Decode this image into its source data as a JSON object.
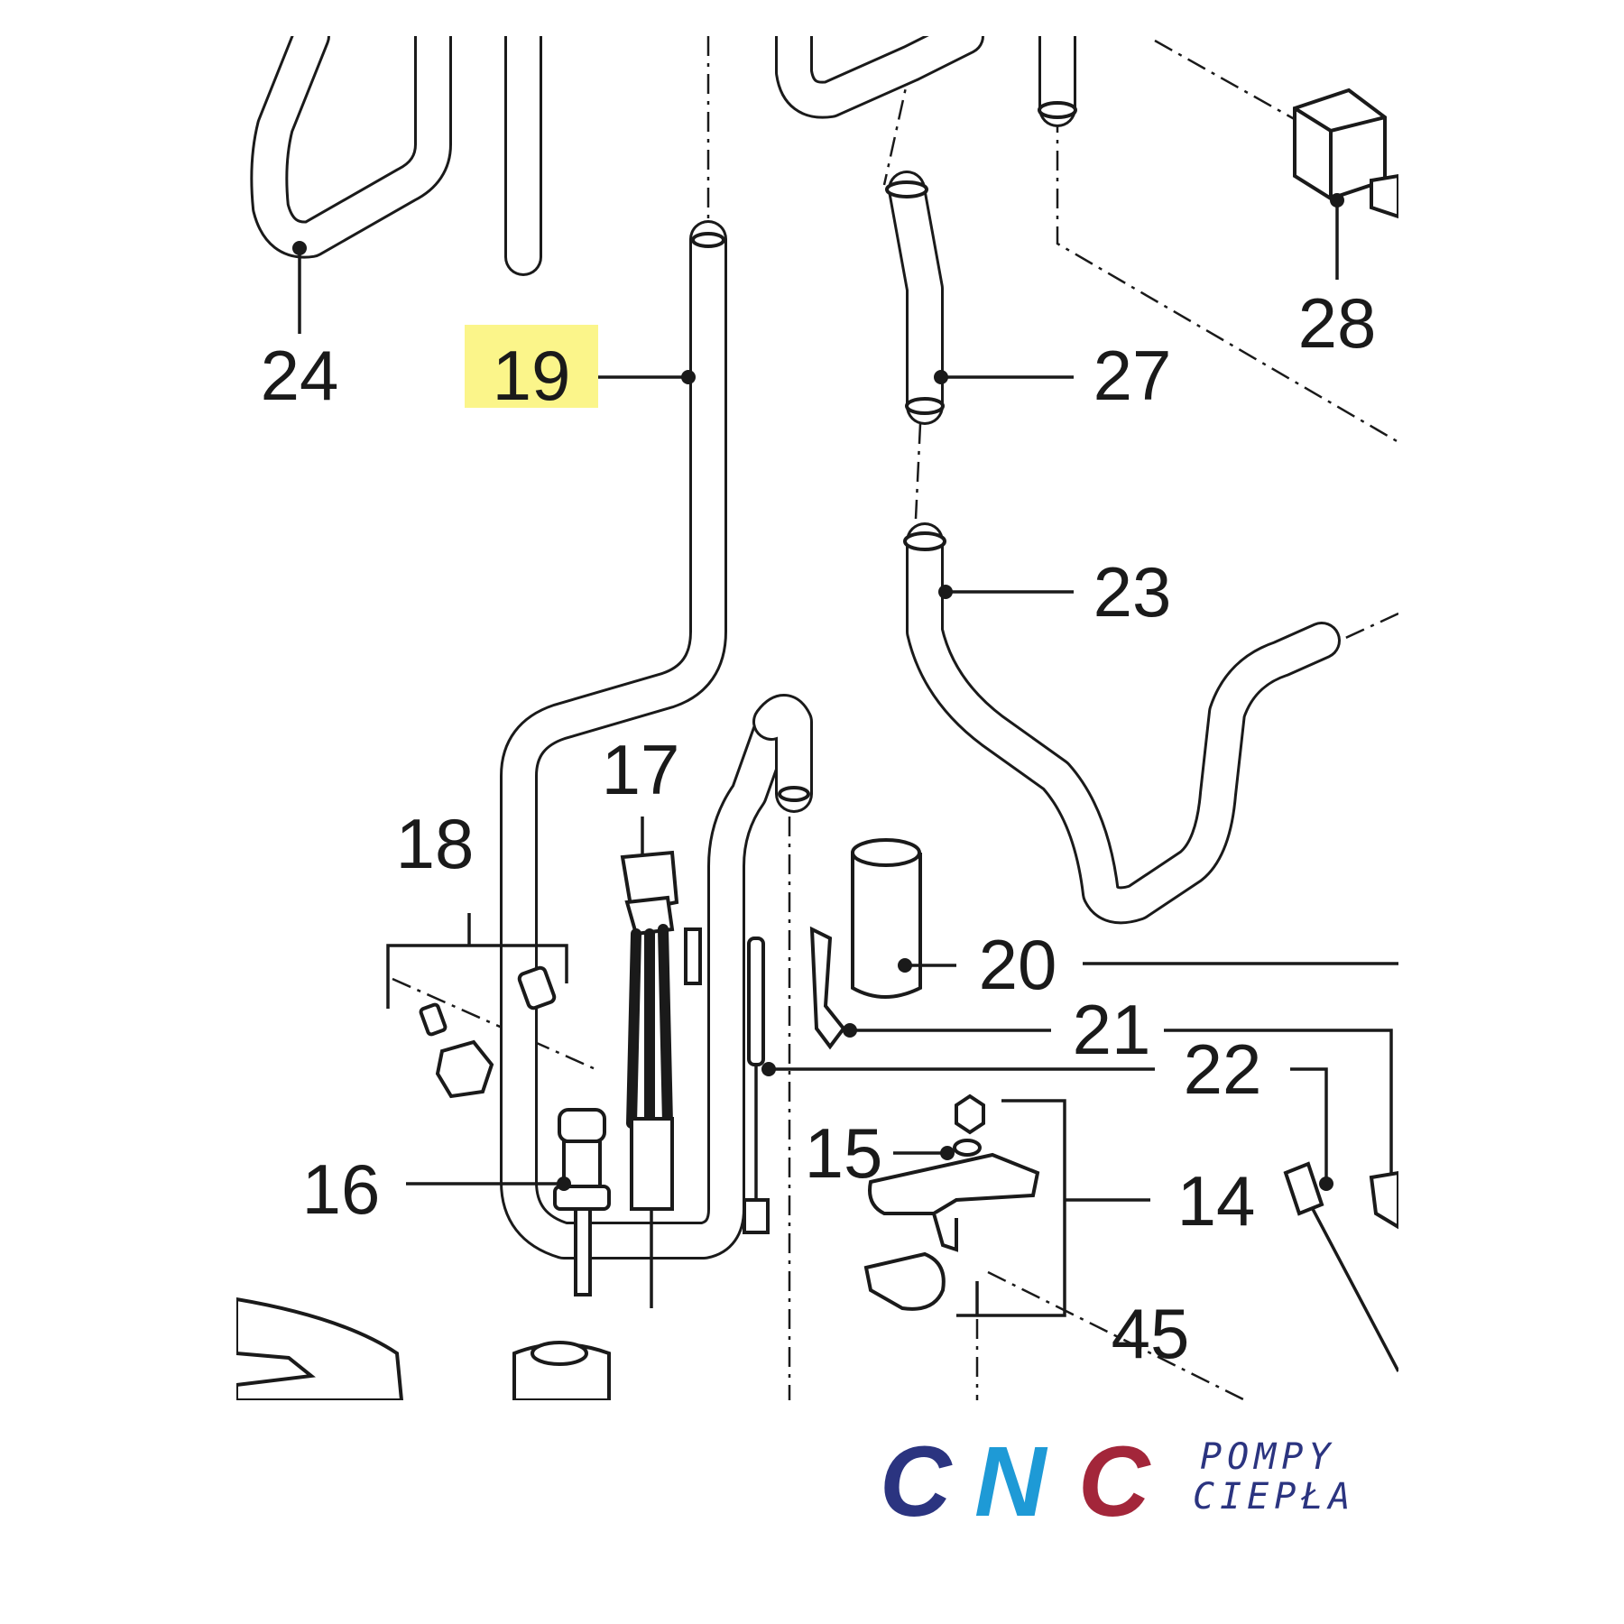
{
  "diagram": {
    "labels": {
      "l24": "24",
      "l19": "19",
      "l27": "27",
      "l28": "28",
      "l23": "23",
      "l17": "17",
      "l18": "18",
      "l20": "20",
      "l21": "21",
      "l22": "22",
      "l15": "15",
      "l16": "16",
      "l14": "14",
      "l45": "45"
    },
    "highlight_label": "19",
    "highlight_color": "#fbf58a"
  },
  "logo": {
    "c1": "C",
    "n": "N",
    "c2": "C",
    "line1": "POMPY",
    "line2": "CIEPŁA",
    "colors": {
      "navy": "#2b3480",
      "blue": "#1e9ad6",
      "red": "#a3263a"
    }
  }
}
